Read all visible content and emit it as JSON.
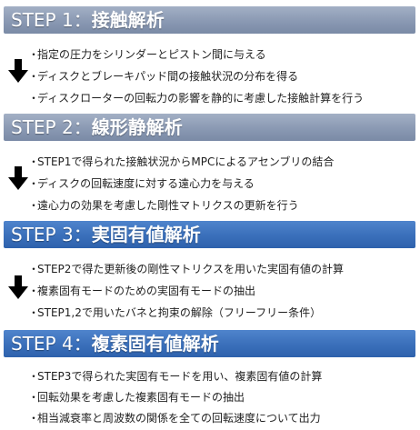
{
  "steps": [
    {
      "title_num": "STEP 1：",
      "title_text": "接触解析",
      "style": "gray",
      "has_arrow": true,
      "bullets": [
        "指定の圧力をシリンダーとピストン間に与える",
        "ディスクとブレーキパッド間の接触状況の分布を得る",
        "ディスクローターの回転力の影響を静的に考慮した接触計算を行う"
      ]
    },
    {
      "title_num": "STEP 2：",
      "title_text": "線形静解析",
      "style": "gray",
      "has_arrow": true,
      "bullets": [
        "STEP1で得られた接触状況からMPCによるアセンブリの結合",
        "ディスクの回転速度に対する遠心力を与える",
        "遠心力の効果を考慮した剛性マトリクスの更新を行う"
      ]
    },
    {
      "title_num": "STEP 3：",
      "title_text": "実固有値解析",
      "style": "blue",
      "has_arrow": true,
      "bullets": [
        "STEP2で得た更新後の剛性マトリクスを用いた実固有値の計算",
        "複素固有モードのための実固有モードの抽出",
        "STEP1,2で用いたバネと拘束の解除（フリーフリー条件）"
      ]
    },
    {
      "title_num": "STEP 4：",
      "title_text": "複素固有値解析",
      "style": "blue",
      "has_arrow": false,
      "bullets": [
        "STEP3で得られた実固有モードを用い、複素固有値の計算",
        "回転効果を考慮した複素固有モードの抽出",
        "相当減衰率と周波数の関係を全ての回転速度について出力"
      ]
    }
  ],
  "colors": {
    "gray_header": "#8a99b3",
    "blue_header": "#3a6fba",
    "arrow": "#000000",
    "text": "#1f1f1f"
  },
  "icons": {
    "arrow": "down-arrow-icon"
  }
}
